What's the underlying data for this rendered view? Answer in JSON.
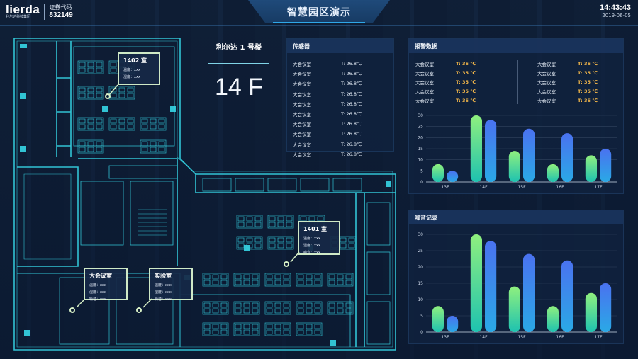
{
  "header": {
    "logo_brand": "lierda",
    "logo_sub": "利尔达科技集团",
    "stock_label": "证券代码",
    "stock_code": "832149",
    "title": "智慧园区演示",
    "time": "14:43:43",
    "date": "2019-06-05"
  },
  "building": {
    "name": "利尔达 1 号楼",
    "floor": "14 F"
  },
  "rooms": [
    {
      "title": "1402 室",
      "lines": [
        "温度：xxx",
        "湿度：xxx"
      ]
    },
    {
      "title": "1401 室",
      "lines": [
        "温度：xxx",
        "湿度：xxx",
        "噪音：xxx"
      ]
    },
    {
      "title": "大会议室",
      "lines": [
        "温度：xxx",
        "湿度：xxx",
        "噪音：xxx"
      ]
    },
    {
      "title": "实验室",
      "lines": [
        "温度：xxx",
        "湿度：xxx",
        "噪音：xxx"
      ]
    }
  ],
  "sensors": {
    "title": "传感器",
    "rows": [
      {
        "name": "大会议室",
        "value": "T: 26.8℃"
      },
      {
        "name": "大会议室",
        "value": "T: 26.8℃"
      },
      {
        "name": "大会议室",
        "value": "T: 26.8℃"
      },
      {
        "name": "大会议室",
        "value": "T: 26.8℃"
      },
      {
        "name": "大会议室",
        "value": "T: 26.8℃"
      },
      {
        "name": "大会议室",
        "value": "T: 26.8℃"
      },
      {
        "name": "大会议室",
        "value": "T: 26.8℃"
      },
      {
        "name": "大会议室",
        "value": "T: 26.8℃"
      },
      {
        "name": "大会议室",
        "value": "T: 26.8℃"
      },
      {
        "name": "大会议室",
        "value": "T: 26.8℃"
      }
    ]
  },
  "alarms": {
    "title": "报警数据",
    "left": [
      {
        "name": "大会议室",
        "value": "T: 35 ℃"
      },
      {
        "name": "大会议室",
        "value": "T: 35 ℃"
      },
      {
        "name": "大会议室",
        "value": "T: 35 ℃"
      },
      {
        "name": "大会议室",
        "value": "T: 35 ℃"
      },
      {
        "name": "大会议室",
        "value": "T: 35 ℃"
      }
    ],
    "right": [
      {
        "name": "大会议室",
        "value": "T: 35 ℃"
      },
      {
        "name": "大会议室",
        "value": "T: 35 ℃"
      },
      {
        "name": "大会议室",
        "value": "T: 35 ℃"
      },
      {
        "name": "大会议室",
        "value": "T: 35 ℃"
      },
      {
        "name": "大会议室",
        "value": "T: 35 ℃"
      }
    ]
  },
  "noise": {
    "title": "噪音记录"
  },
  "colors": {
    "bar_green_top": "#8ff07e",
    "bar_green_bottom": "#1ec2b0",
    "bar_blue_top": "#4a72f0",
    "bar_blue_bottom": "#2aa9e6",
    "alarm_value": "#f5b84a",
    "floor_lines": "#36d6e6"
  },
  "chart_data": [
    {
      "type": "bar",
      "categories": [
        "13F",
        "14F",
        "15F",
        "16F",
        "17F"
      ],
      "series": [
        {
          "values": [
            8,
            30,
            14,
            8,
            12
          ]
        },
        {
          "values": [
            5,
            28,
            24,
            22,
            15
          ]
        }
      ],
      "ylim": [
        0,
        30
      ],
      "yticks": [
        0,
        5,
        10,
        15,
        20,
        25,
        30
      ],
      "grid": true
    },
    {
      "type": "bar",
      "categories": [
        "13F",
        "14F",
        "15F",
        "16F",
        "17F"
      ],
      "series": [
        {
          "values": [
            8,
            30,
            14,
            8,
            12
          ]
        },
        {
          "values": [
            5,
            28,
            24,
            22,
            15
          ]
        }
      ],
      "ylim": [
        0,
        30
      ],
      "yticks": [
        0,
        5,
        10,
        15,
        20,
        25,
        30
      ],
      "grid": true
    }
  ]
}
